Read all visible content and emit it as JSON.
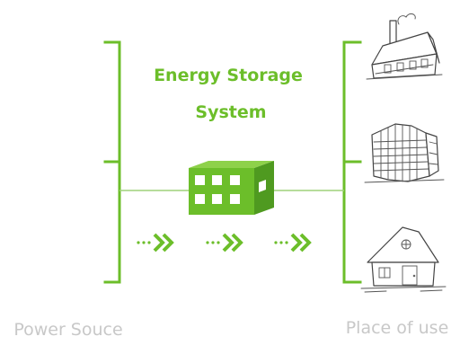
{
  "diagram": {
    "title_line1": "Energy Storage",
    "title_line2": "System",
    "left_label": "Power Souce",
    "right_label": "Place of use",
    "accent_color": "#6cbe2a",
    "label_color": "#c8c8c8",
    "icons": [
      "factory-icon",
      "office-building-icon",
      "house-icon",
      "storage-cube-icon",
      "flow-arrow-icon"
    ]
  }
}
